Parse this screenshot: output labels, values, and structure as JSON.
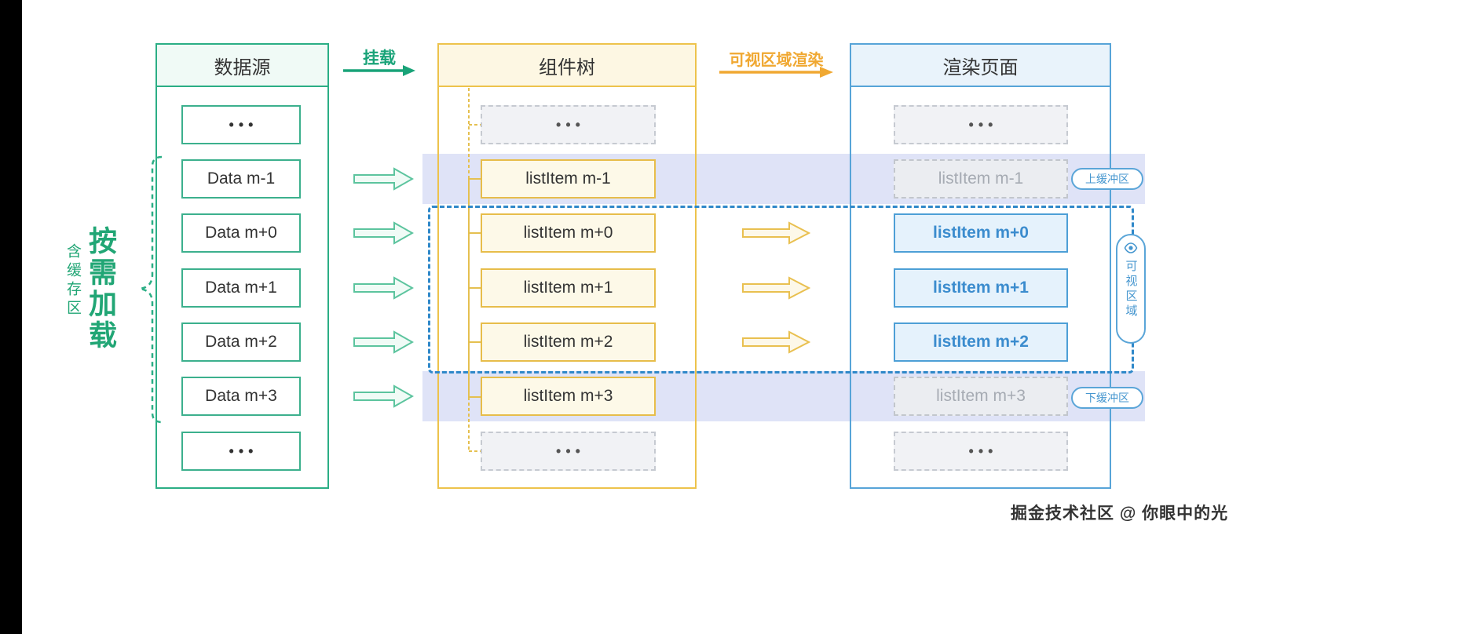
{
  "page": {
    "watermark": "掘金技术社区 @ 你眼中的光"
  },
  "annotations": {
    "load_on_demand": "按需加载",
    "with_buffer": "含缓存区",
    "mount": "挂载",
    "viewport_render": "可视区域渲染",
    "upper_buffer": "上缓冲区",
    "lower_buffer": "下缓冲区",
    "visible_area": "可视区域"
  },
  "columns": {
    "source": {
      "title": "数据源",
      "items": [
        "•••",
        "Data m-1",
        "Data m+0",
        "Data m+1",
        "Data m+2",
        "Data m+3",
        "•••"
      ]
    },
    "tree": {
      "title": "组件树",
      "items": [
        "•••",
        "listItem m-1",
        "listItem m+0",
        "listItem m+1",
        "listItem m+2",
        "listItem m+3",
        "•••"
      ]
    },
    "render": {
      "title": "渲染页面",
      "items": [
        "•••",
        "listItem m-1",
        "listItem m+0",
        "listItem m+1",
        "listItem m+2",
        "listItem m+3",
        "•••"
      ]
    }
  },
  "colors": {
    "green": "#21a675",
    "gold": "#edc34c",
    "blue": "#4d9fd6",
    "band_purple": "#dfe3f7",
    "orange_label": "#f0a832",
    "gray_item": "#c6cad1"
  }
}
